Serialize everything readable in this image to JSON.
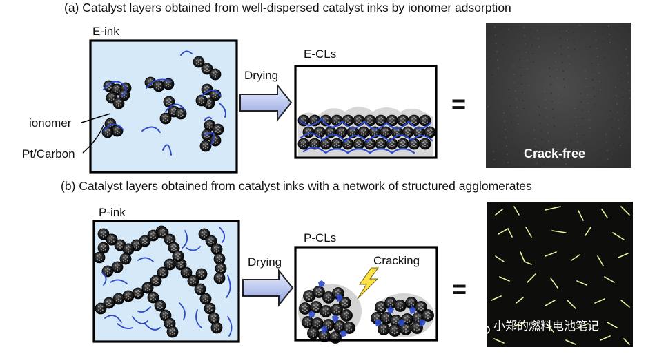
{
  "caption_a": "(a) Catalyst layers obtained from well-dispersed catalyst inks by ionomer adsorption",
  "caption_b": "(b) Catalyst layers obtained from catalyst inks with a network of structured agglomerates",
  "panel_a": {
    "ink_label": "E-ink",
    "cl_label": "E-CLs",
    "arrow_label": "Drying",
    "equals": "=",
    "callout_ionomer": "ionomer",
    "callout_pt": "Pt/Carbon",
    "micrograph_label": "Crack-free"
  },
  "panel_b": {
    "ink_label": "P-ink",
    "cl_label": "P-CLs",
    "arrow_label": "Drying",
    "cracking_label": "Cracking",
    "equals": "="
  },
  "watermark": "小郑的燃料电池笔记",
  "colors": {
    "ink_background": "#d6e9f8",
    "particle": "#1c1c1c",
    "ionomer": "#2d49c9",
    "crack": "#e8f4a0",
    "bolt": "#ffe24a"
  }
}
